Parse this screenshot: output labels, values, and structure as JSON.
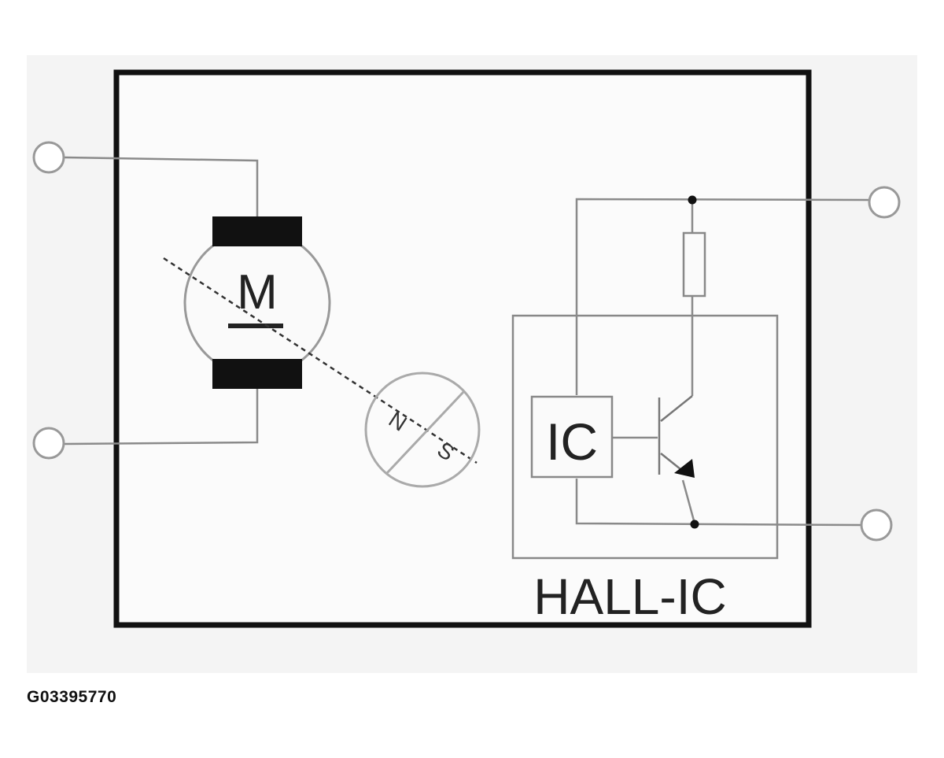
{
  "diagram": {
    "motor_label": "M",
    "magnet_north": "N",
    "magnet_south": "S",
    "ic_label": "IC",
    "module_label": "HALL-IC"
  },
  "reference_code": "G03395770",
  "colors": {
    "frame": "#111111",
    "wire": "#8a8a8a",
    "background": "#f4f4f4"
  }
}
